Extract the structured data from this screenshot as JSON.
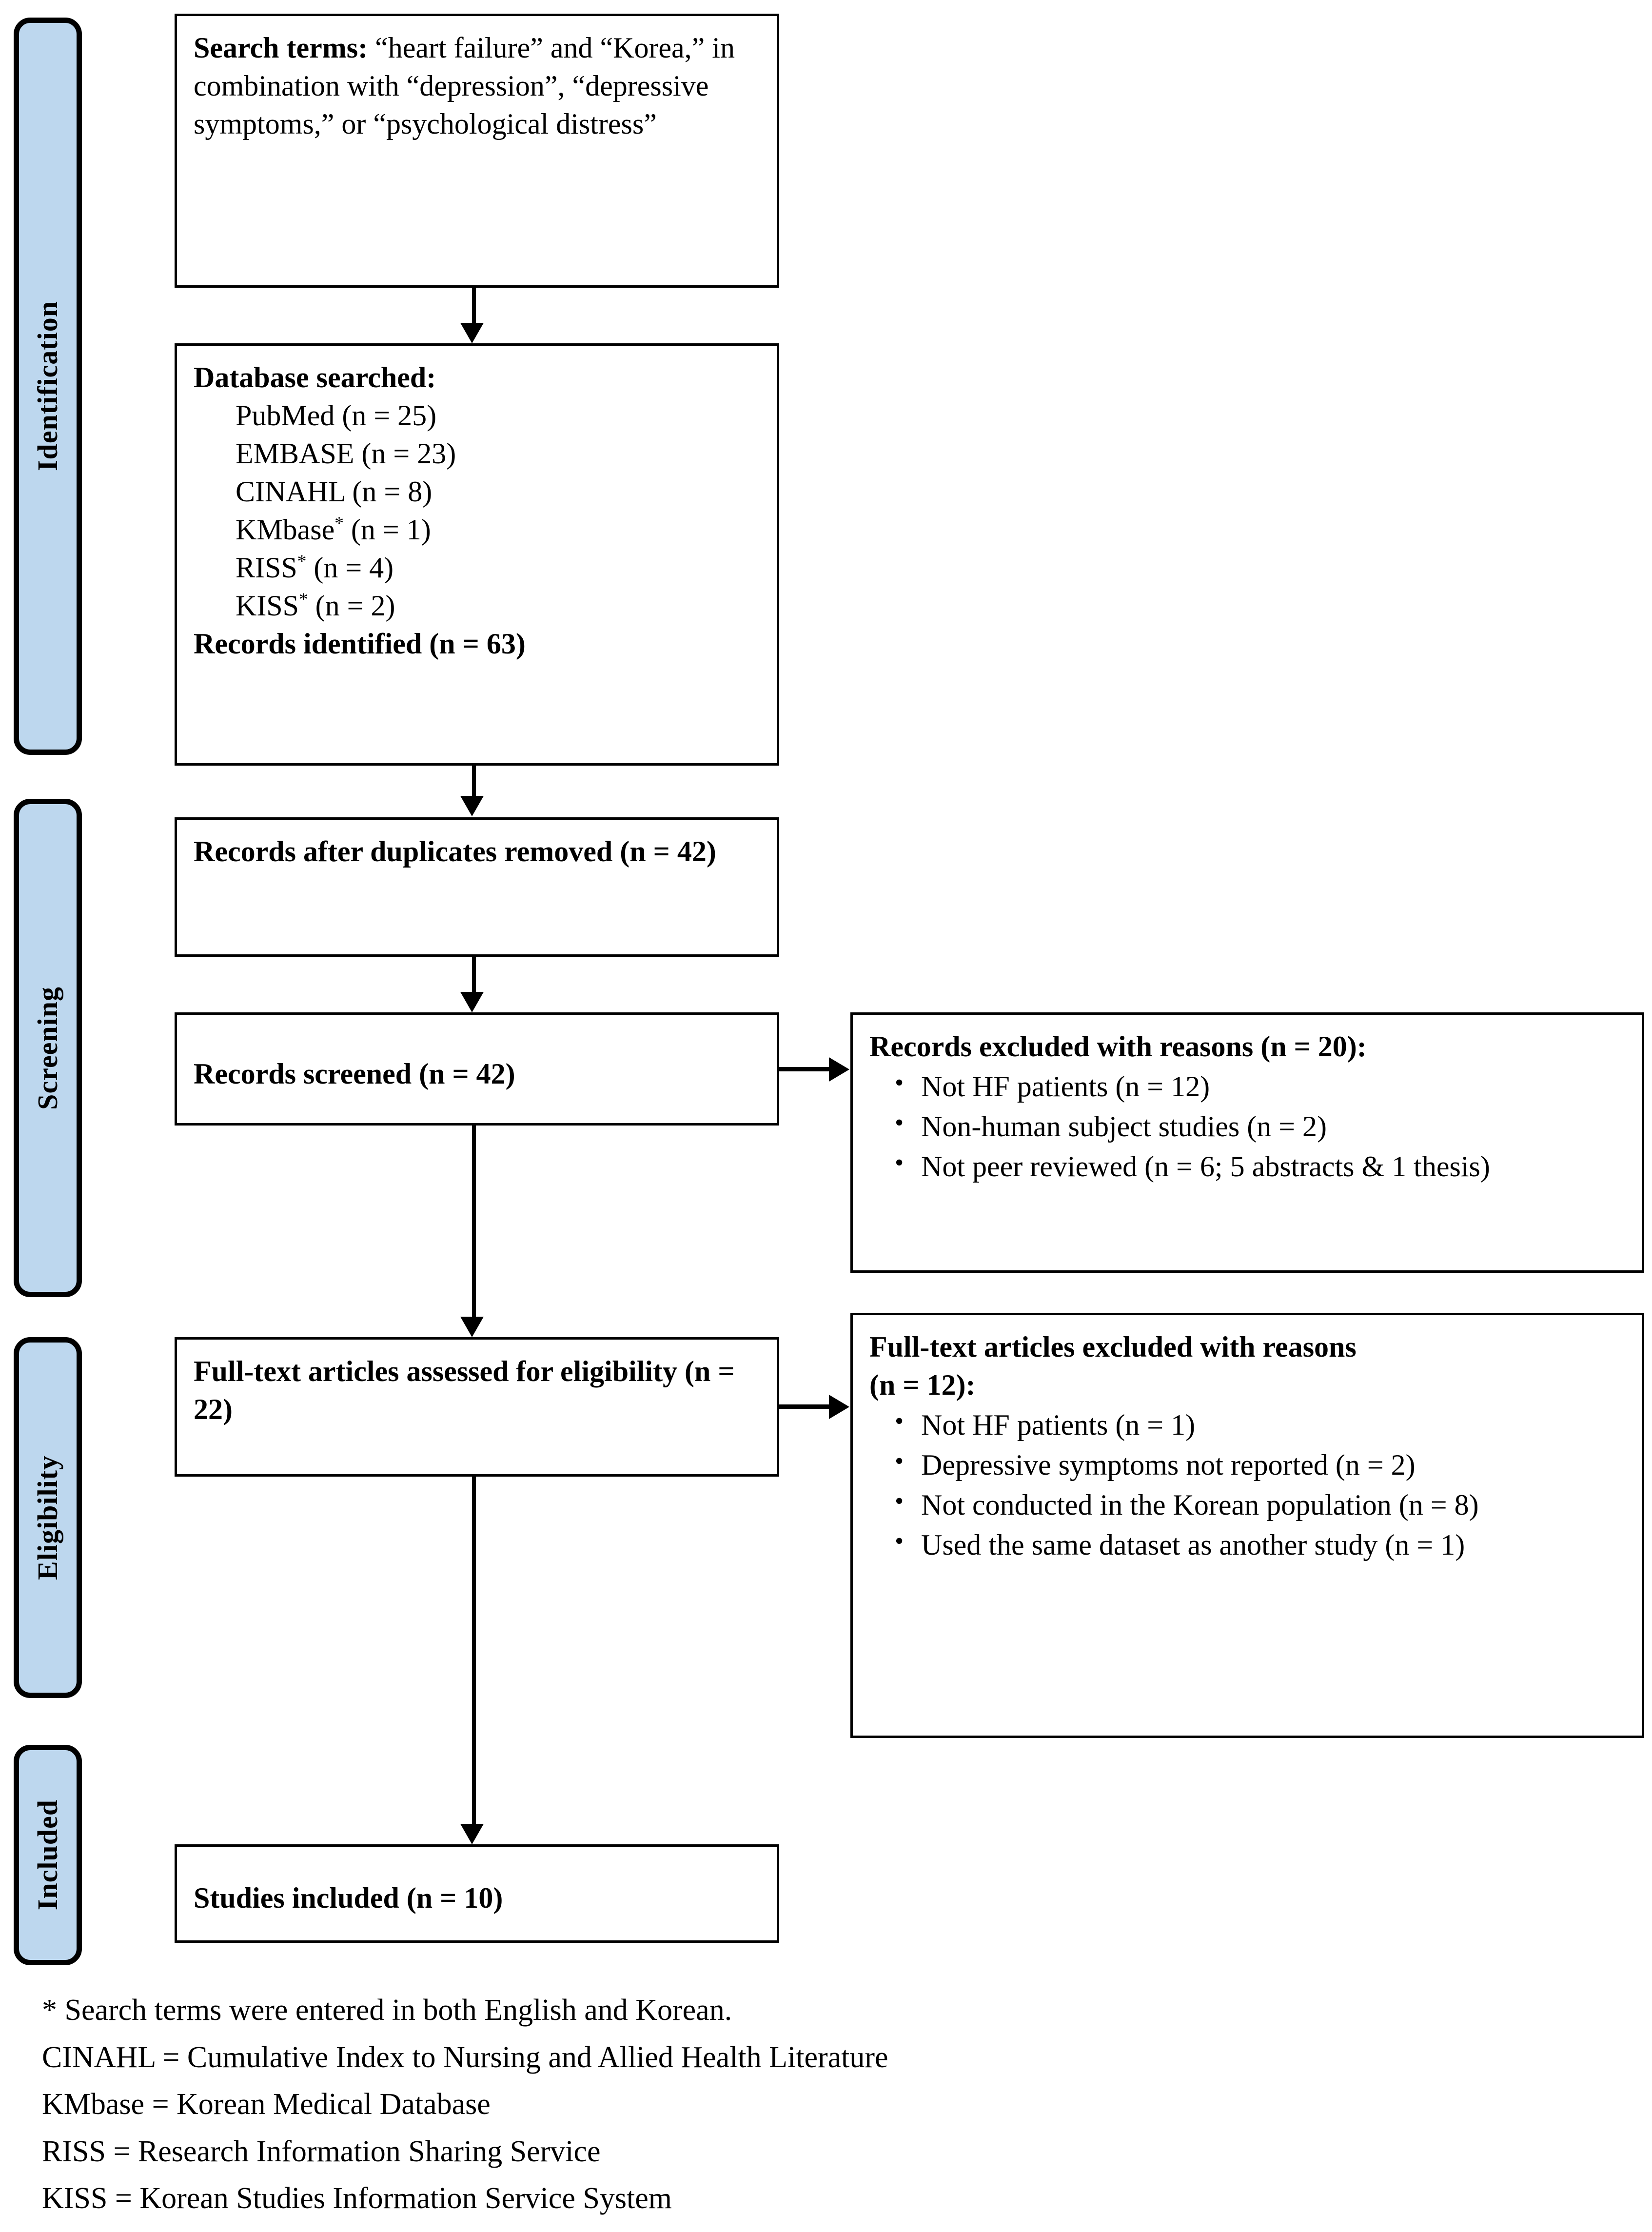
{
  "diagram": {
    "type": "prisma-flow-diagram",
    "accent_color": "#bdd7ee",
    "line_color": "#000000"
  },
  "stages": [
    {
      "label": "Identification"
    },
    {
      "label": "Screening"
    },
    {
      "label": "Eligibility"
    },
    {
      "label": "Included"
    }
  ],
  "boxes": {
    "search_terms": {
      "label_bold": "Search terms:",
      "text": " “heart failure” and “Korea,” in combination with “depression”, “depressive symptoms,” or “psychological distress”"
    },
    "database_searched": {
      "title": "Database searched:",
      "items": [
        {
          "name": "PubMed",
          "starred": false,
          "count": "(n = 25)"
        },
        {
          "name": "EMBASE",
          "starred": false,
          "count": "(n = 23)"
        },
        {
          "name": "CINAHL",
          "starred": false,
          "count": "(n = 8)"
        },
        {
          "name": "KMbase",
          "starred": true,
          "count": "(n = 1)"
        },
        {
          "name": "RISS",
          "starred": true,
          "count": "(n = 4)"
        },
        {
          "name": "KISS",
          "starred": true,
          "count": "(n = 2)"
        }
      ],
      "total_label": "Records identified (n = 63)"
    },
    "records_after_duplicates": {
      "text": "Records after duplicates removed (n = 42)"
    },
    "records_screened": {
      "text": "Records screened (n = 42)"
    },
    "records_excluded": {
      "title": "Records excluded with reasons (n = 20):",
      "reasons": [
        "Not HF patients (n = 12)",
        "Non-human subject studies (n = 2)",
        "Not peer reviewed (n = 6; 5 abstracts & 1 thesis)"
      ]
    },
    "fulltext_assessed": {
      "text": "Full-text articles assessed for eligibility (n = 22)"
    },
    "fulltext_excluded": {
      "title_line1": "Full-text articles excluded with reasons",
      "title_line2": "(n = 12):",
      "reasons": [
        "Not HF patients (n = 1)",
        "Depressive symptoms not reported (n = 2)",
        "Not conducted in the Korean population (n = 8)",
        "Used the same dataset as another study (n = 1)"
      ]
    },
    "studies_included": {
      "text": "Studies included (n = 10)"
    }
  },
  "footnotes": [
    "* Search terms were entered in both English and Korean.",
    "CINAHL = Cumulative Index to Nursing and Allied Health Literature",
    "KMbase = Korean Medical Database",
    "RISS = Research Information Sharing Service",
    "KISS = Korean Studies Information Service System"
  ]
}
